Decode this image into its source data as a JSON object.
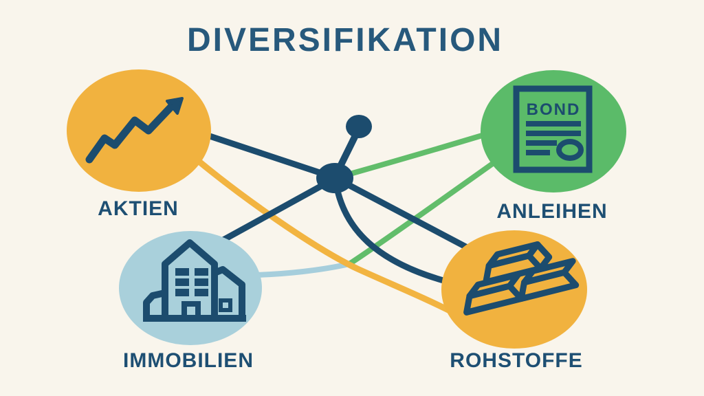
{
  "title": "DIVERSIFIKATION",
  "colors": {
    "background": "#F9F5EC",
    "navy": "#1C4C6E",
    "title_navy": "#27597C",
    "label_navy": "#1E4F73",
    "yellow": "#F1B23F",
    "green": "#5BBB69",
    "light_blue": "#A9D0DB",
    "line_green": "#62BD6B",
    "line_light_blue": "#A6CEDC",
    "line_yellow": "#F2B441"
  },
  "nodes": [
    {
      "id": "aktien",
      "label": "AKTIEN",
      "color": "#F1B23F",
      "icon": "trend-up-arrow-icon"
    },
    {
      "id": "anleihen",
      "label": "ANLEIHEN",
      "color": "#5BBB69",
      "icon": "bond-certificate-icon",
      "icon_text": "BOND"
    },
    {
      "id": "immobilien",
      "label": "IMMOBILIEN",
      "color": "#A9D0DB",
      "icon": "building-icon"
    },
    {
      "id": "rohstoffe",
      "label": "ROHSTOFFE",
      "color": "#F1B23F",
      "icon": "gold-bars-icon"
    }
  ],
  "hub": {
    "id": "hub"
  },
  "edges": [
    {
      "from": "aktien",
      "to": "hub",
      "color": "#1C4C6E",
      "shape": "straight"
    },
    {
      "from": "immobilien",
      "to": "hub",
      "color": "#1C4C6E",
      "shape": "straight"
    },
    {
      "from": "hub",
      "to": "rohstoffe",
      "color": "#1C4C6E",
      "shape": "straight"
    },
    {
      "from": "hub",
      "to": "rohstoffe",
      "color": "#1C4C6E",
      "shape": "curved"
    },
    {
      "from": "hub",
      "to": "anleihen",
      "color": "#62BD6B",
      "shape": "curved"
    },
    {
      "from": "anleihen",
      "to": "immobilien",
      "color": "#62BD6B",
      "color2": "#A6CEDC",
      "shape": "two-tone"
    },
    {
      "from": "aktien",
      "to": "rohstoffe",
      "color": "#F2B441",
      "shape": "curved"
    }
  ]
}
